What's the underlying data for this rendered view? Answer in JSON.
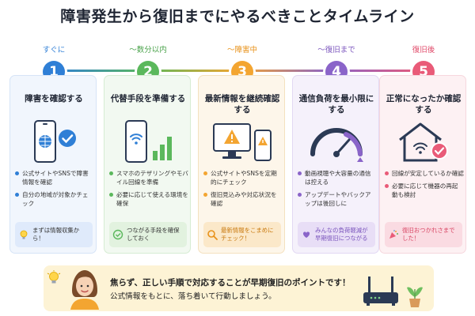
{
  "title": "障害発生から復旧までにやるべきことタイムライン",
  "steps": [
    {
      "number": "1",
      "time": "すぐに",
      "heading": "障害を確認する",
      "accent": "#2f7fd6",
      "bullets": [
        "公式サイトやSNSで障害情報を確認",
        "自分の地域が対象かチェック"
      ],
      "footer": "まずは情報収集から！",
      "illustration": "smartphone-check-icon",
      "footer_icon": "lightbulb-icon"
    },
    {
      "number": "2",
      "time": "〜数分以内",
      "heading": "代替手段を準備する",
      "accent": "#5bb85c",
      "bullets": [
        "スマホのテザリングやモバイル回線を準備",
        "必要に応じて使える環境を確保"
      ],
      "footer": "つながる手段を確保しておく",
      "illustration": "phone-wifi-signal-icon",
      "footer_icon": "check-circle-icon"
    },
    {
      "number": "3",
      "time": "〜障害中",
      "heading": "最新情報を継続確認する",
      "accent": "#f3a531",
      "bullets": [
        "公式サイトやSNSを定期的にチェック",
        "復旧見込みや対応状況を確認"
      ],
      "footer": "最新情報をこまめにチェック！",
      "illustration": "monitor-warning-icon",
      "footer_icon": "magnifier-icon"
    },
    {
      "number": "4",
      "time": "〜復旧まで",
      "heading": "通信負荷を最小限にする",
      "accent": "#8a64c9",
      "bullets": [
        "動画視聴や大容量の通信は控える",
        "アップデートやバックアップは後回しに"
      ],
      "footer": "みんなの負荷軽減が早期復旧につながる",
      "illustration": "gauge-icon",
      "footer_icon": "hands-heart-icon"
    },
    {
      "number": "5",
      "time": "復旧後",
      "heading": "正常になったか確認する",
      "accent": "#e95b78",
      "bullets": [
        "回線が安定しているか確認",
        "必要に応じて機器の再起動も検討"
      ],
      "footer": "復旧おつかれさまでした！",
      "illustration": "house-wifi-check-icon",
      "footer_icon": "party-popper-icon"
    }
  ],
  "bottom": {
    "line1": "焦らず、正しい手順で対応することが早期復旧のポイントです！",
    "line2": "公式情報をもとに、落ち着いて行動しましょう。"
  }
}
